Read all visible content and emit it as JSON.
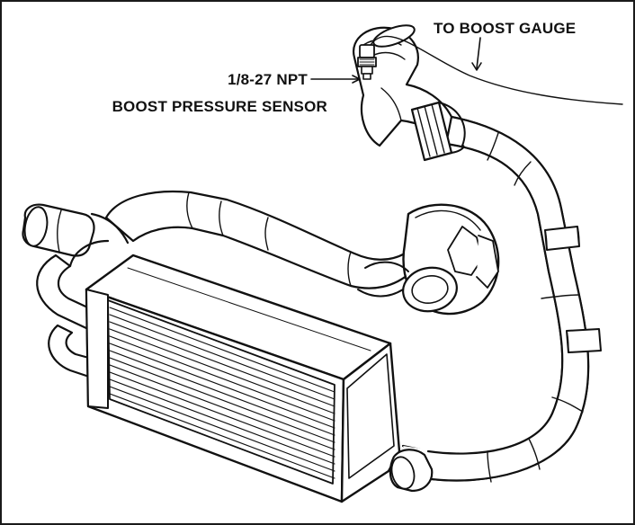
{
  "diagram": {
    "labels": {
      "gauge": "TO BOOST GAUGE",
      "sensor_thread": "1/8-27 NPT",
      "sensor_name": "BOOST PRESSURE SENSOR"
    },
    "colors": {
      "line": "#111111",
      "fill": "#ffffff",
      "shade": "#f2f2f2"
    }
  }
}
